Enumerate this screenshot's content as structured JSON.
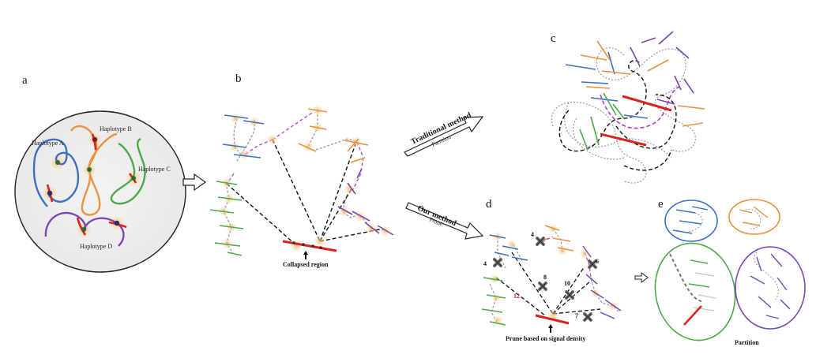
{
  "panels": {
    "a": {
      "letter": "a",
      "haplotypes": [
        "Haplotype A",
        "Haplotype B",
        "Haplotype C",
        "Haplotype D"
      ]
    },
    "b": {
      "letter": "b",
      "caption": "Collapsed region"
    },
    "c": {
      "letter": "c"
    },
    "d": {
      "letter": "d",
      "caption": "Prune based on signal density",
      "numbers": [
        "4",
        "4",
        "8",
        "10",
        "6",
        "7"
      ],
      "highlight_number": "12"
    },
    "e": {
      "letter": "e",
      "caption": "Partition"
    }
  },
  "arrows": {
    "traditional": {
      "title": "Traditional method",
      "subtitle": "Partition"
    },
    "ours": {
      "title": "Our method",
      "subtitle": "Prune"
    }
  },
  "colors": {
    "hap_a": "#3d6fc4",
    "hap_b": "#e89242",
    "hap_c": "#4ea84c",
    "hap_d": "#7a48b0",
    "collapsed": "#d8241e",
    "bridge": "#b23ccf",
    "glow": "#f0c27a"
  }
}
